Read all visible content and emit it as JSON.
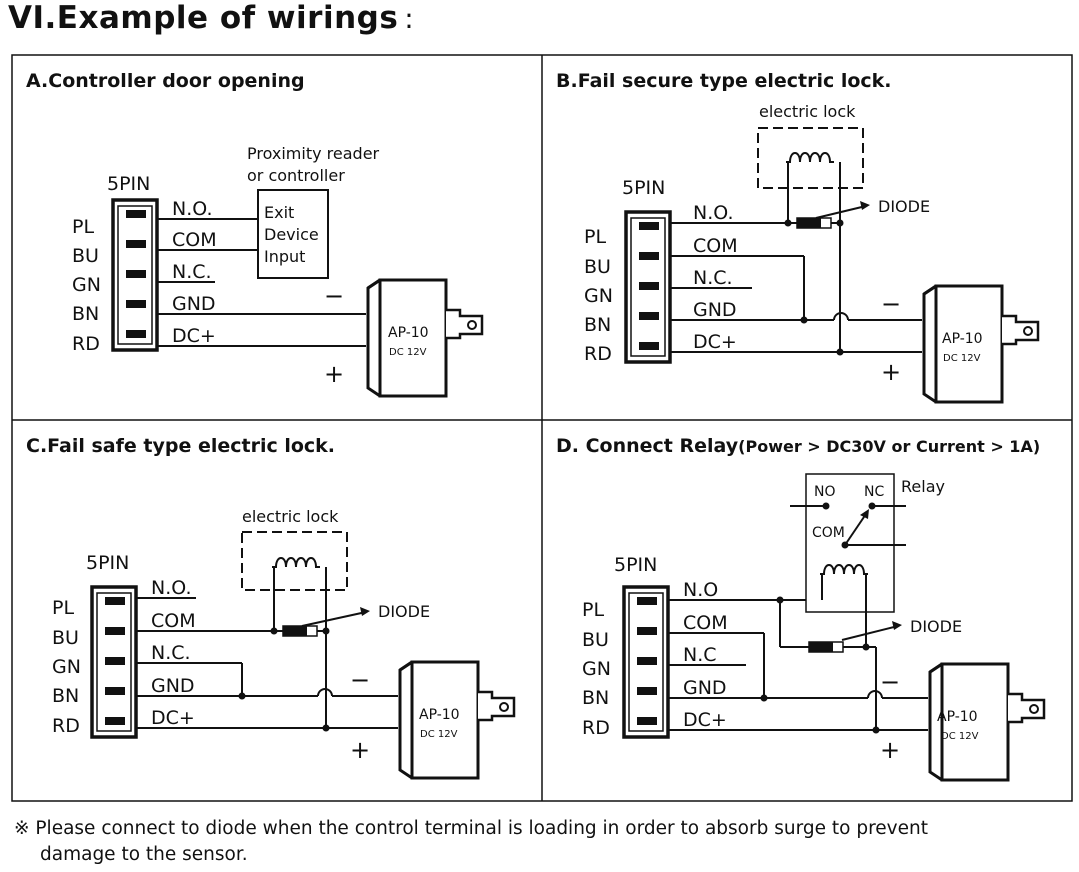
{
  "title": "VI.Example of wirings",
  "title_colon": ":",
  "connector_label": "5PIN",
  "pins_left": [
    "PL",
    "BU",
    "GN",
    "BN",
    "RD"
  ],
  "adapter": {
    "model": "AP-10",
    "voltage": "DC 12V",
    "minus": "−",
    "plus": "+"
  },
  "panels": {
    "a": {
      "title": "A.Controller door opening",
      "wires": [
        "N.O.",
        "COM",
        "N.C.",
        "GND",
        "DC+"
      ],
      "reader_label_1": "Proximity  reader",
      "reader_label_2": "or controller",
      "box_lines": [
        "Exit",
        "Device",
        "Input"
      ]
    },
    "b": {
      "title": "B.Fail secure type electric lock.",
      "wires": [
        "N.O.",
        "COM",
        "N.C.",
        "GND",
        "DC+"
      ],
      "lock_label": "electric lock",
      "diode_label": "DIODE"
    },
    "c": {
      "title": "C.Fail safe type electric lock.",
      "wires": [
        "N.O.",
        "COM",
        "N.C.",
        "GND",
        "DC+"
      ],
      "lock_label": "electric lock",
      "diode_label": "DIODE"
    },
    "d": {
      "title_main": "D. Connect Relay",
      "title_sub": "(Power > DC30V or Current > 1A)",
      "wires": [
        "N.O",
        "COM",
        "N.C",
        "GND",
        "DC+"
      ],
      "relay_label": "Relay",
      "relay_no": "NO",
      "relay_nc": "NC",
      "relay_com": "COM",
      "diode_label": "DIODE"
    }
  },
  "footnote_symbol": "※",
  "footnote_line1": "Please connect to diode when the control terminal is loading in order to absorb surge to prevent",
  "footnote_line2": "damage to the sensor."
}
